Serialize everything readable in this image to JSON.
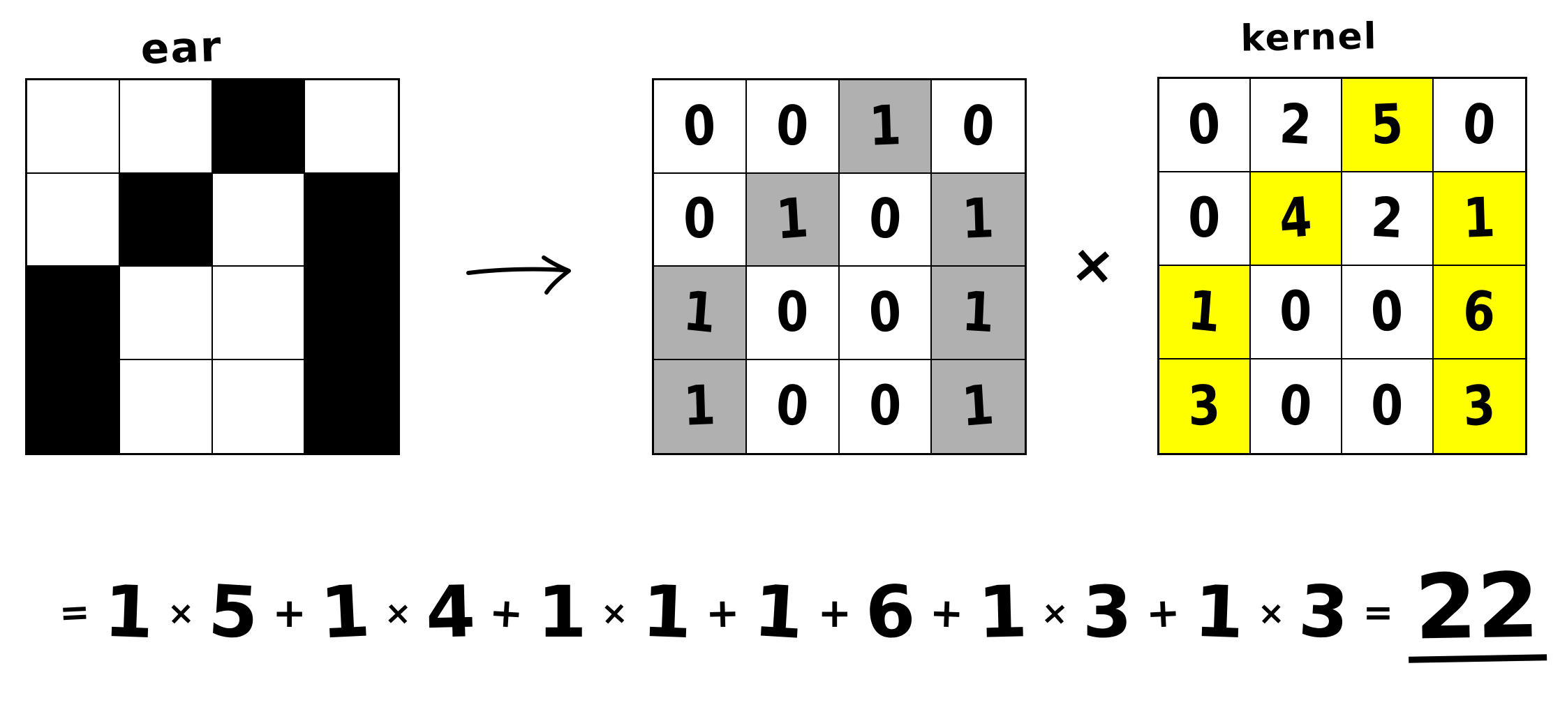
{
  "title_labels": {
    "ear": "ear",
    "kernel": "kernel"
  },
  "symbols": {
    "multiply": "×"
  },
  "colors": {
    "background": "#ffffff",
    "ink": "#000000",
    "black_cell": "#000000",
    "white_cell": "#ffffff",
    "gray_highlight": "#b0b0b0",
    "yellow_highlight": "#ffff00"
  },
  "ear_grid": {
    "rows": 4,
    "cols": 4,
    "black_cells": [
      [
        0,
        0,
        1,
        0
      ],
      [
        0,
        1,
        0,
        1
      ],
      [
        1,
        0,
        0,
        1
      ],
      [
        1,
        0,
        0,
        1
      ]
    ]
  },
  "binary_grid": {
    "values": [
      [
        0,
        0,
        1,
        0
      ],
      [
        0,
        1,
        0,
        1
      ],
      [
        1,
        0,
        0,
        1
      ],
      [
        1,
        0,
        0,
        1
      ]
    ],
    "highlighted": [
      [
        0,
        0,
        1,
        0
      ],
      [
        0,
        1,
        0,
        1
      ],
      [
        1,
        0,
        0,
        1
      ],
      [
        1,
        0,
        0,
        1
      ]
    ]
  },
  "kernel_grid": {
    "values": [
      [
        0,
        2,
        5,
        0
      ],
      [
        0,
        4,
        2,
        1
      ],
      [
        1,
        0,
        0,
        6
      ],
      [
        3,
        0,
        0,
        3
      ]
    ],
    "highlighted": [
      [
        0,
        0,
        1,
        0
      ],
      [
        0,
        1,
        0,
        1
      ],
      [
        1,
        0,
        0,
        1
      ],
      [
        1,
        0,
        0,
        1
      ]
    ]
  },
  "equation": {
    "tokens": [
      "=",
      "1",
      "×",
      "5",
      "+",
      "1",
      "×",
      "4",
      "+",
      "1",
      "×",
      "1",
      "+",
      "1",
      "+",
      "6",
      "+",
      "1",
      "×",
      "3",
      "+",
      "1",
      "×",
      "3",
      "="
    ],
    "result": "22"
  }
}
